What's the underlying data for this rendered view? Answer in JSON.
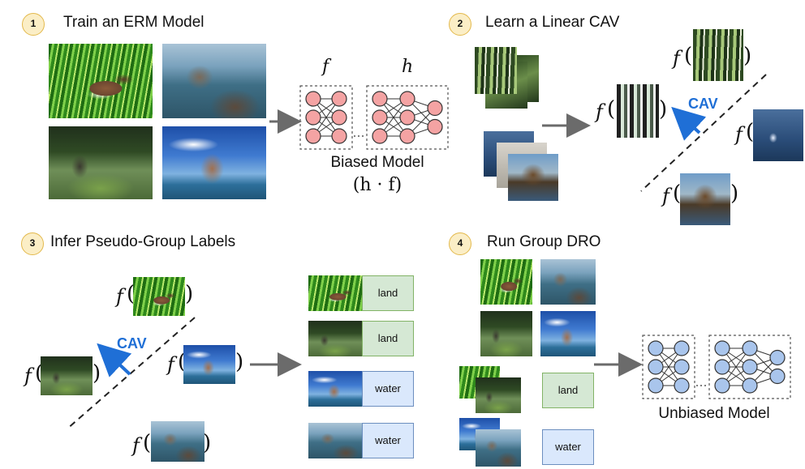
{
  "steps": [
    {
      "num": "1",
      "title": "Train an ERM Model"
    },
    {
      "num": "2",
      "title": "Learn a Linear CAV"
    },
    {
      "num": "3",
      "title": "Infer Pseudo-Group Labels"
    },
    {
      "num": "4",
      "title": "Run Group DRO"
    }
  ],
  "step1": {
    "f_symbol": "f",
    "h_symbol": "h",
    "caption": "Biased Model",
    "formula": "(h · f)",
    "network_color": "#f4a3a3"
  },
  "step2": {
    "cav_label": "CAV"
  },
  "step3": {
    "cav_label": "CAV",
    "labels": [
      "land",
      "land",
      "water",
      "water"
    ]
  },
  "step4": {
    "labels": [
      "land",
      "water"
    ],
    "caption": "Unbiased Model",
    "network_color": "#a9c5ec"
  },
  "colors": {
    "cav_blue": "#1f6fd6",
    "land_fill": "#d5e8d4",
    "water_fill": "#dae8fc",
    "arrow_gray": "#6b6b6b"
  }
}
